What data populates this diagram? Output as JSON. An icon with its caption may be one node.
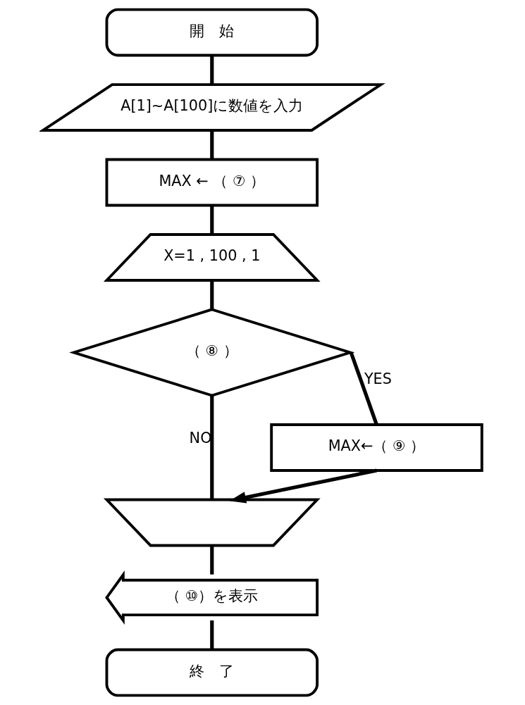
{
  "diagram": {
    "nodes": [
      {
        "text": [
          "開　始"
        ]
      },
      {
        "text": [
          "A[1]~A[100]に数値を入力"
        ]
      },
      {
        "text": [
          "MAX ← （ ⑦ ）"
        ]
      },
      {
        "text": [
          "X=1 , 100 , 1"
        ]
      },
      {
        "text": [
          "（ ⑧ ）"
        ]
      },
      {
        "text": [
          "MAX←（ ⑨ ）"
        ]
      },
      {
        "text": [],
        "shape": "trapezium"
      },
      {
        "text": [
          "（ ⑩）を表示"
        ]
      },
      {
        "text": [
          "終　了"
        ]
      }
    ],
    "edges": [
      {
        "from": 0,
        "to": 1,
        "arrow": "none"
      },
      {
        "from": 1,
        "to": 2,
        "arrow": "none"
      },
      {
        "from": 2,
        "to": 3,
        "arrow": "none"
      },
      {
        "from": 3,
        "to": 4,
        "arrow": "none"
      },
      {
        "from": 4,
        "to": 5,
        "label": "YES",
        "arrow": "none"
      },
      {
        "from": 4,
        "to": 6,
        "label": "NO",
        "arrow": "none"
      },
      {
        "from": 5,
        "to": 6,
        "arrow": "to"
      },
      {
        "from": 6,
        "to": 7,
        "arrow": "none"
      },
      {
        "from": 7,
        "to": 8,
        "arrow": "none"
      }
    ]
  }
}
